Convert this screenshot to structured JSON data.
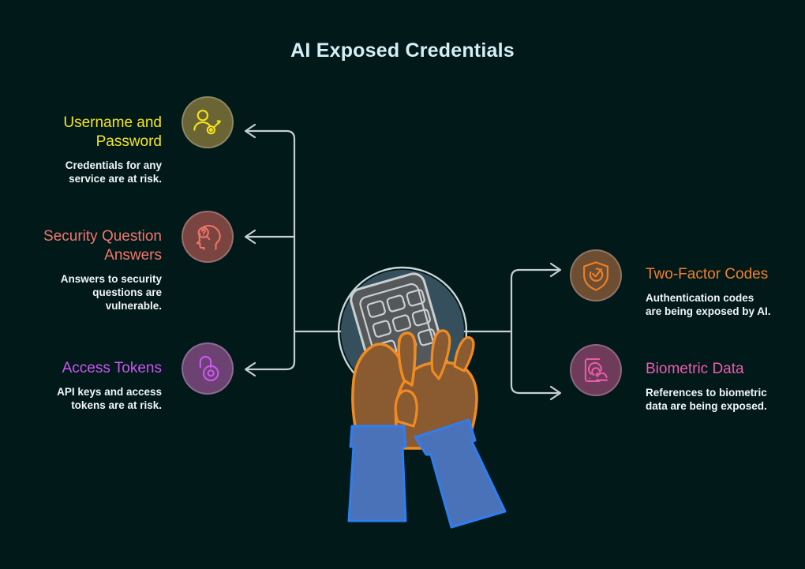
{
  "page": {
    "title": "AI Exposed Credentials",
    "background_color": "#02191a",
    "title_color": "#d6eef5"
  },
  "nodes": {
    "left": [
      {
        "id": "username",
        "title": "Username and\nPassword",
        "desc": "Credentials for any\nservice are at risk.",
        "color": "#f5e619",
        "icon": "person-key-icon",
        "badge_fill": "#6b6434",
        "stroke": "#f5e619"
      },
      {
        "id": "security",
        "title": "Security Question\nAnswers",
        "desc": "Answers to security\nquestions are\nvulnerable.",
        "color": "#f2756b",
        "icon": "head-question-icon",
        "badge_fill": "#7a4540",
        "stroke": "#f2756b"
      },
      {
        "id": "tokens",
        "title": "Access Tokens",
        "desc": "API keys and access\ntokens are at risk.",
        "color": "#cc55f2",
        "icon": "open-padlock-icon",
        "badge_fill": "#6b4272",
        "stroke": "#cc55f2"
      }
    ],
    "right": [
      {
        "id": "twofactor",
        "title": "Two-Factor Codes",
        "desc": "Authentication codes\nare being exposed by AI.",
        "color": "#ee8027",
        "icon": "shield-check-icon",
        "badge_fill": "#6e4e33",
        "stroke": "#ee8027"
      },
      {
        "id": "biometric",
        "title": "Biometric Data",
        "desc": "References to biometric\ndata are being exposed.",
        "color": "#ef5bab",
        "icon": "phone-fingerprint-icon",
        "badge_fill": "#6e3c5a",
        "stroke": "#ef5bab"
      }
    ]
  },
  "center": {
    "illustration_name": "hands-holding-phone",
    "circle_fill": "#35505c",
    "circle_ring": "#c9d4d6",
    "phone_fill": "#55585b",
    "phone_stroke": "#c9cfd0",
    "skin_fill": "#8a5a30",
    "skin_stroke": "#ef8b22",
    "sleeve_fill": "#4a72b8",
    "sleeve_stroke": "#2f7ef0"
  },
  "connectors": {
    "color": "#c6cfd0",
    "left_arrow_icon": "arrow-left-icon",
    "right_arrow_icon": "arrow-right-icon"
  }
}
